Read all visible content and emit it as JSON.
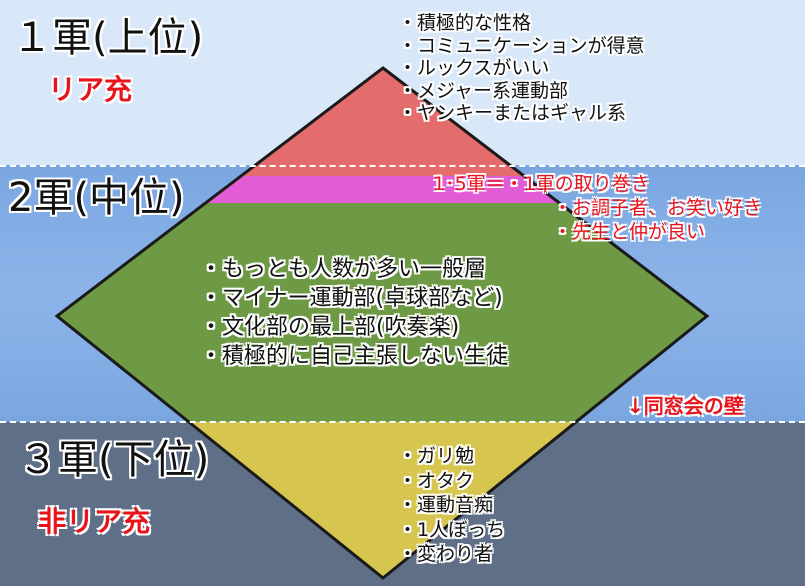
{
  "tiers": {
    "top": {
      "title": "１軍(上位)",
      "label": "リア充",
      "items": [
        "・積極的な性格",
        "・コミュニケーションが得意",
        "・ルックスがいい",
        "・メジャー系運動部",
        "・ヤンキーまたはギャル系"
      ],
      "color": "#e46c6c"
    },
    "middle": {
      "title": "2軍(中位)",
      "items": [
        "・もっとも人数が多い一般層",
        "・マイナー運動部(卓球部など)",
        "・文化部の最上部(吹奏楽)",
        "・積極的に自己主張しない生徒"
      ],
      "color": "#6f9a45"
    },
    "bottom": {
      "title": "３軍(下位)",
      "label": "非リア充",
      "items": [
        "・ガリ勉",
        "・オタク",
        "・運動音痴",
        "・1人ぼっち",
        "・変わり者"
      ],
      "color": "#d6c54e"
    }
  },
  "sub_tier": {
    "lines": [
      "1･5軍＝・1軍の取り巻き",
      "・お調子者、お笑い好き",
      "・先生と仲が良い"
    ],
    "color": "#e25cd6"
  },
  "wall_label": "↓同窓会の壁",
  "accent_color": "#e8141b"
}
